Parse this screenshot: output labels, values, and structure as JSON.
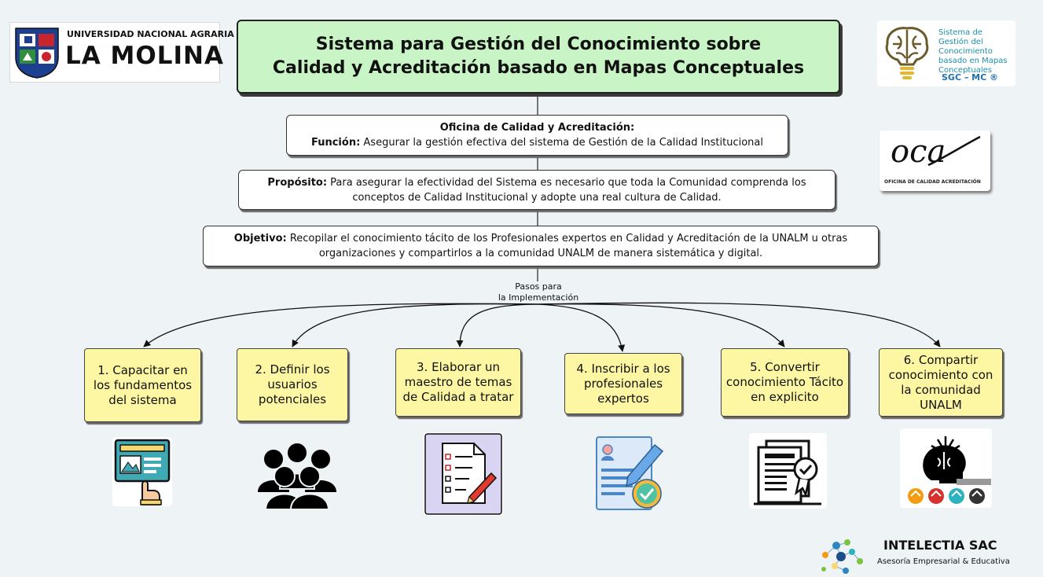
{
  "header": {
    "university_line1": "UNIVERSIDAD NACIONAL AGRARIA",
    "university_line2": "LA MOLINA",
    "title_line1": "Sistema para Gestión del Conocimiento sobre",
    "title_line2": "Calidad y Acreditación basado en Mapas Conceptuales"
  },
  "sgc_logo": {
    "text": "Sistema de Gestión del Conocimiento basado en Mapas Conceptuales",
    "acronym": "SGC – MC ®",
    "icon": "brain-lightbulb-icon"
  },
  "oca_logo": {
    "mark": "oca",
    "caption": "OFICINA DE CALIDAD ACREDITACIÓN"
  },
  "nodes": {
    "oficina": {
      "heading": "Oficina de Calidad y Acreditación:",
      "funcion_label": "Función:",
      "funcion_text": " Asegurar la gestión efectiva del sistema de Gestión de la Calidad Institucional"
    },
    "proposito": {
      "label": "Propósito:",
      "text_line1": " Para asegurar la efectividad del Sistema es necesario que toda la Comunidad comprenda los",
      "text_line2": "conceptos de Calidad Institucional y adopte una real cultura de Calidad."
    },
    "objetivo": {
      "label": "Objetivo:",
      "text_line1": " Recopilar el conocimiento tácito de los Profesionales expertos en Calidad y Acreditación de la UNALM u otras",
      "text_line2": "organizaciones y compartirlos a la comunidad UNALM de manera sistemática y digital."
    }
  },
  "link_label": {
    "line1": "Pasos para",
    "line2": "la Implementación"
  },
  "steps": [
    {
      "text": "1. Capacitar en los fundamentos del sistema",
      "icon": "training-screen-touch-icon"
    },
    {
      "text": "2. Definir los usuarios potenciales",
      "icon": "users-group-icon"
    },
    {
      "text": "3. Elaborar un maestro de temas de Calidad a tratar",
      "icon": "checklist-pencil-icon"
    },
    {
      "text": "4. Inscribir a los profesionales expertos",
      "icon": "registration-form-icon"
    },
    {
      "text": "5. Convertir conocimiento Tácito en explicito",
      "icon": "documents-check-icon"
    },
    {
      "text": "6. Compartir conocimiento con la comunidad UNALM",
      "icon": "knowledge-sharing-head-icon"
    }
  ],
  "footer": {
    "company": "INTELECTIA SAC",
    "tagline": "Asesoría Empresarial & Educativa",
    "icon": "network-dots-icon"
  },
  "colors": {
    "background": "#eef3f6",
    "title_fill": "#c9f5c6",
    "step_fill": "#fdf6a2",
    "node_fill": "#ffffff",
    "accent_blue": "#1f6fb0"
  }
}
